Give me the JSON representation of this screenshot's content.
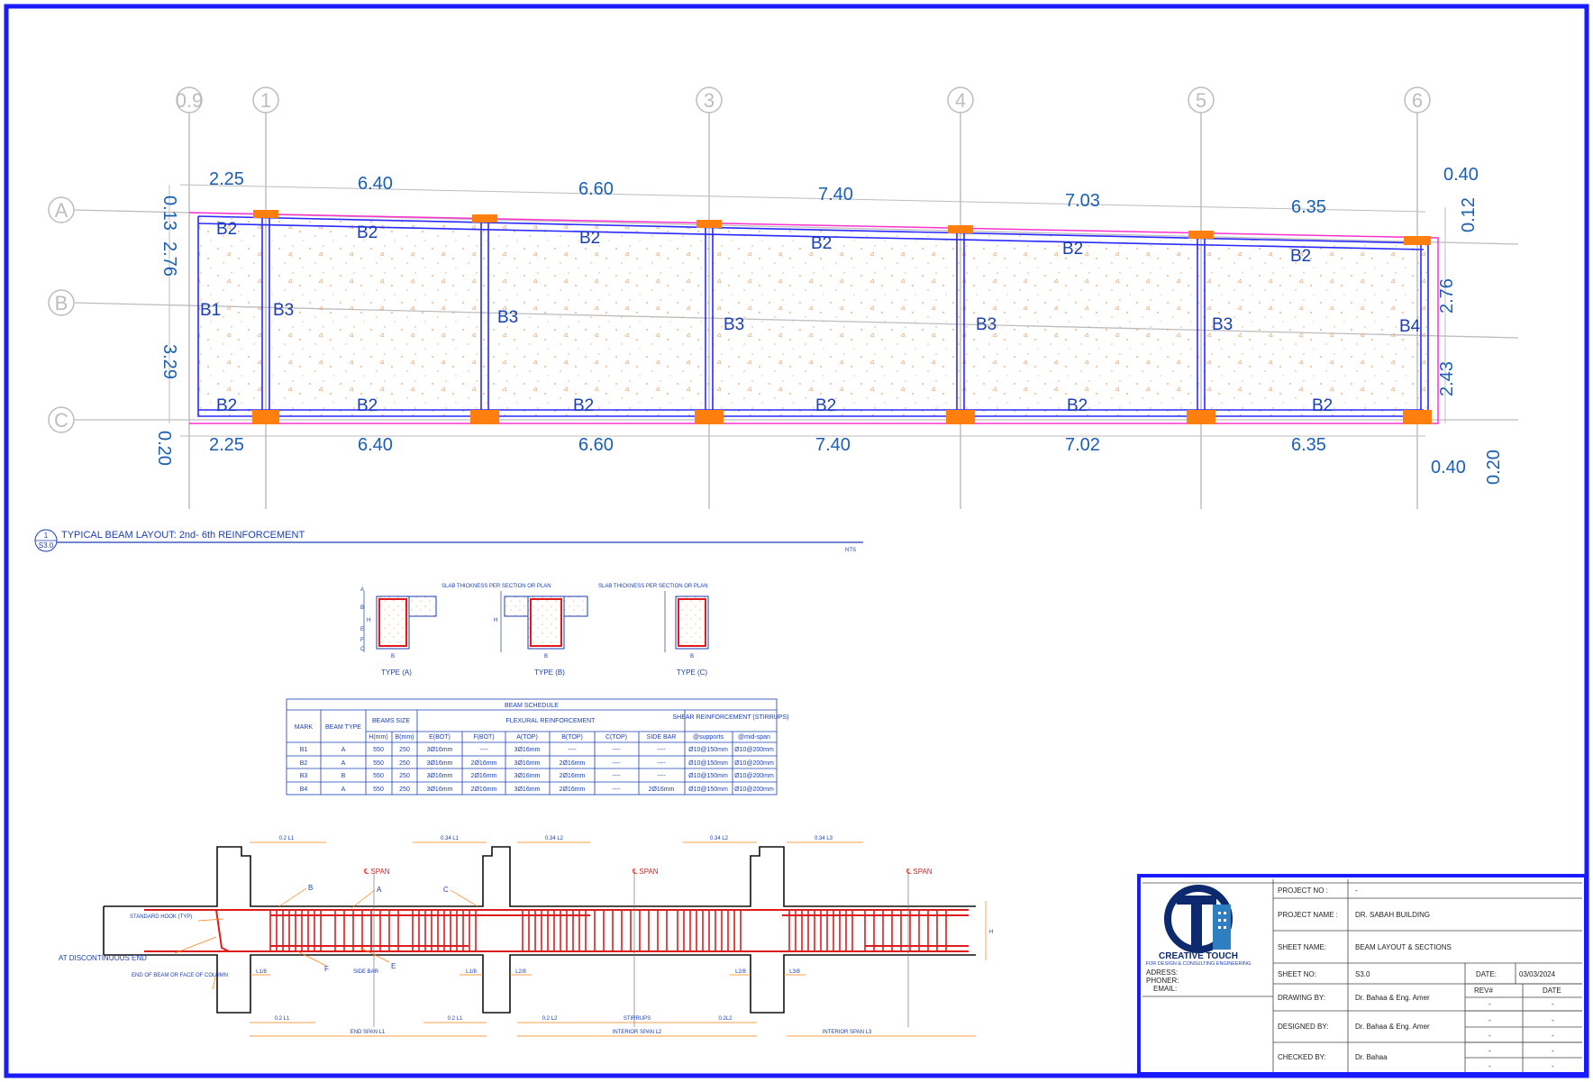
{
  "plan": {
    "grid_cols": [
      "0.9",
      "1",
      "3",
      "4",
      "5",
      "6"
    ],
    "grid_rows": [
      "A",
      "B",
      "C"
    ],
    "top_dims": [
      "2.25",
      "6.40",
      "6.60",
      "7.40",
      "7.03",
      "6.35"
    ],
    "bottom_dims": [
      "2.25",
      "6.40",
      "6.60",
      "7.40",
      "7.02",
      "6.35"
    ],
    "left_dims": [
      "0.13",
      "2.76",
      "3.29",
      "0.20"
    ],
    "right_dims": [
      "0.40",
      "0.12",
      "2.76",
      "2.43",
      "0.40",
      "0.20"
    ],
    "beam_labels": {
      "b1": "B1",
      "b2": "B2",
      "b3": "B3",
      "b4": "B4"
    },
    "title_num": "1",
    "title_sheet": "S3.0",
    "title": "TYPICAL BEAM LAYOUT: 2nd- 6th REINFORCEMENT",
    "scale": "NTS"
  },
  "sections": {
    "type_a": "TYPE (A)",
    "type_b": "TYPE (B)",
    "type_c": "TYPE (C)",
    "slab_note": "SLAB THICKNESS PER SECTION OR PLAN",
    "letters": [
      "A",
      "B",
      "E",
      "F",
      "C"
    ],
    "h": "H",
    "b": "B"
  },
  "schedule": {
    "title": "BEAM SCHEDULE",
    "h_mark": "MARK",
    "h_type": "BEAM TYPE",
    "h_size": "BEAMS SIZE",
    "h_hmm": "H(mm)",
    "h_bmm": "B(mm)",
    "h_flex": "FLEXURAL REINFORCEMENT",
    "h_shear": "SHEAR REINFORCEMENT (STIRRUPS)",
    "flex_cols": [
      "E(BOT)",
      "F(BOT)",
      "A(TOP)",
      "B(TOP)",
      "C(TOP)",
      "SIDE BAR"
    ],
    "shear_cols": [
      "@supports",
      "@mid-span"
    ],
    "rows": [
      {
        "mark": "B1",
        "type": "A",
        "h": "550",
        "b": "250",
        "e": "3Ø16mm",
        "f": "----",
        "a": "3Ø16mm",
        "bt": "----",
        "c": "----",
        "side": "----",
        "sup": "Ø10@150mm",
        "mid": "Ø10@200mm"
      },
      {
        "mark": "B2",
        "type": "A",
        "h": "550",
        "b": "250",
        "e": "3Ø16mm",
        "f": "2Ø16mm",
        "a": "3Ø16mm",
        "bt": "2Ø16mm",
        "c": "----",
        "side": "----",
        "sup": "Ø10@150mm",
        "mid": "Ø10@200mm"
      },
      {
        "mark": "B3",
        "type": "B",
        "h": "550",
        "b": "250",
        "e": "3Ø16mm",
        "f": "2Ø16mm",
        "a": "3Ø16mm",
        "bt": "2Ø16mm",
        "c": "----",
        "side": "----",
        "sup": "Ø10@150mm",
        "mid": "Ø10@200mm"
      },
      {
        "mark": "B4",
        "type": "A",
        "h": "550",
        "b": "250",
        "e": "3Ø16mm",
        "f": "2Ø16mm",
        "a": "3Ø16mm",
        "bt": "2Ø16mm",
        "c": "----",
        "side": "2Ø16mm",
        "sup": "Ø10@150mm",
        "mid": "Ø10@200mm"
      }
    ]
  },
  "elevation": {
    "top_dims": [
      "0.2 L1",
      "0.34 L1",
      "0.34 L2",
      "0.34 L2",
      "0.34 L3"
    ],
    "span_label": "℄ SPAN",
    "letters": [
      "B",
      "A",
      "C",
      "F",
      "E"
    ],
    "hook": "STANDARD HOOK (TYP)",
    "discontinuous": "AT DISCONTINUOUS END",
    "end_beam": "END OF BEAM OR FACE OF COLUMN",
    "side_bar": "SIDE BAR",
    "l_marks": [
      "L1/8",
      "L1/8",
      "L2/8",
      "L2/8",
      "L3/8"
    ],
    "bottom_dims": [
      "0.2 L1",
      "0.2 L1",
      "0.2 L2",
      "STIRRUPS",
      "0.2L2"
    ],
    "spans": [
      "END SPAN L1",
      "INTERIOR SPAN L2",
      "INTERIOR SPAN L3"
    ],
    "h": "H"
  },
  "titleblock": {
    "company": "CREATIVE TOUCH",
    "tagline": "FOR DESIGN & CONSULTING ENGINEERING",
    "address": "ADRESS:",
    "phone": "PHONER:",
    "email": "EMAIL:",
    "project_no_label": "PROJECT NO :",
    "project_no": "-",
    "project_name_label": "PROJECT NAME :",
    "project_name": "DR. SABAH BUILDING",
    "sheet_name_label": "SHEET NAME:",
    "sheet_name": "BEAM LAYOUT & SECTIONS",
    "sheet_no_label": "SHEET NO:",
    "sheet_no": "S3.0",
    "date_label": "DATE:",
    "date": "03/03/2024",
    "drawing_by_label": "DRAWING BY:",
    "drawing_by": "Dr. Bahaa & Eng. Amer",
    "rev_label": "REV#",
    "rev_date_label": "DATE",
    "designed_by_label": "DESIGNED BY:",
    "designed_by": "Dr. Bahaa & Eng. Amer",
    "checked_by_label": "CHECKED BY:",
    "checked_by": "Dr. Bahaa",
    "rev_dash": "-"
  },
  "colors": {
    "border": "#1a1aff",
    "dim_blue": "#1a5fb4",
    "column": "#ff7f0e",
    "slab_dot": "#f0a060",
    "pink": "#ff33cc",
    "rebar": "#e01b1b",
    "grid": "#bdbdbd"
  }
}
